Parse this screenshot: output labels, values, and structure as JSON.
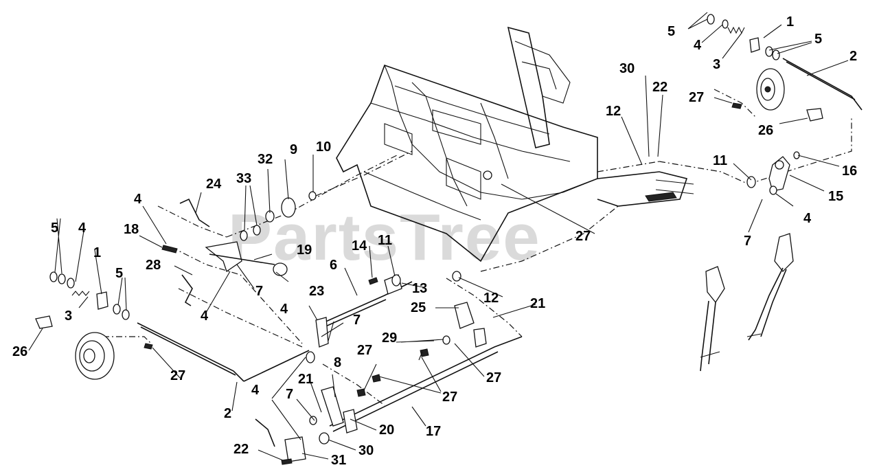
{
  "watermark": "PartsTree",
  "callouts": [
    "1",
    "5",
    "4",
    "3",
    "5",
    "2",
    "30",
    "22",
    "27",
    "12",
    "26",
    "11",
    "16",
    "15",
    "4",
    "7",
    "24",
    "9",
    "10",
    "32",
    "33",
    "4",
    "18",
    "19",
    "28",
    "23",
    "7",
    "4",
    "5",
    "4",
    "1",
    "5",
    "3",
    "26",
    "27",
    "2",
    "14",
    "11",
    "6",
    "13",
    "12",
    "4",
    "25",
    "21",
    "7",
    "29",
    "27",
    "27",
    "27",
    "8",
    "21",
    "7",
    "4",
    "20",
    "17",
    "30",
    "22",
    "31",
    "27"
  ]
}
